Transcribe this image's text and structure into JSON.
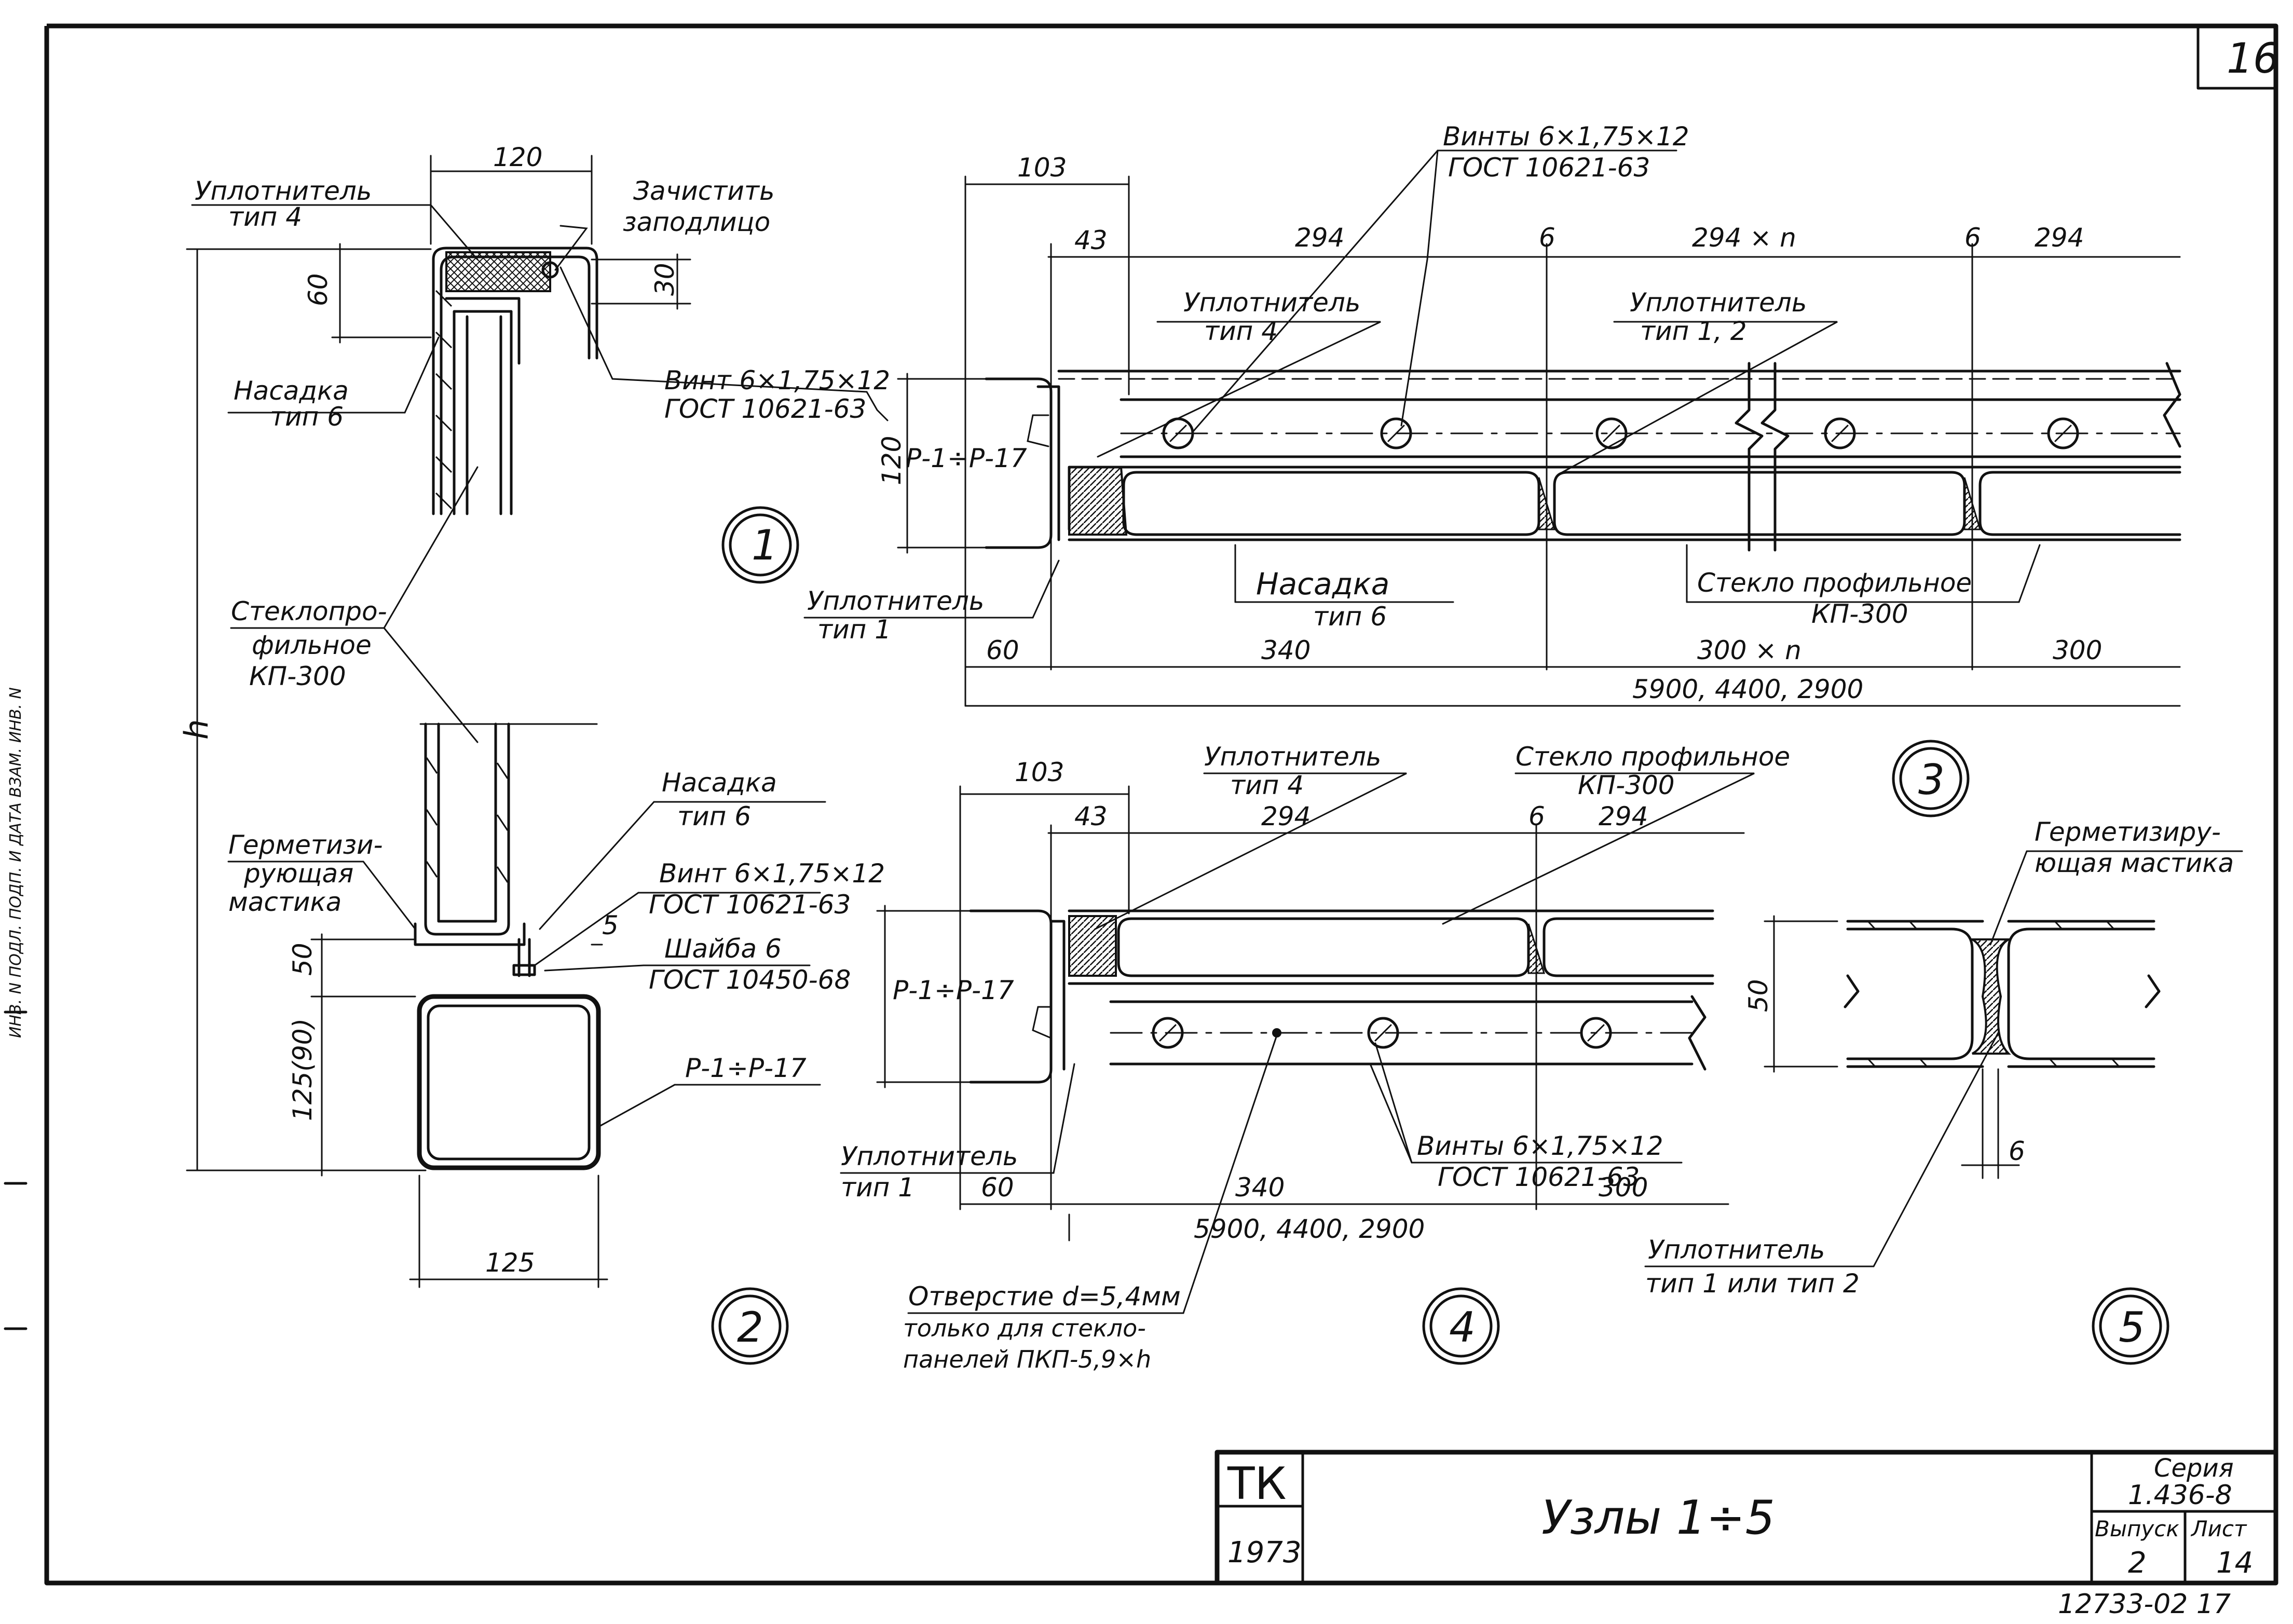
{
  "sheet_number": "16",
  "bottom_code": "12733-02 17",
  "side_stamp": "ИНВ. N ПОДЛ.  ПОДП. И ДАТА  ВЗАМ. ИНВ. N",
  "title_block": {
    "org": "ТК",
    "year": "1973",
    "title": "Узлы 1÷5",
    "series_label": "Серия",
    "series_value": "1.436-8",
    "issue_label": "Выпуск",
    "issue_value": "2",
    "sheet_label": "Лист",
    "sheet_value": "14"
  },
  "node1": {
    "number": "1",
    "labels": {
      "sealant_type4_l1": "Уплотнитель",
      "sealant_type4_l2": "тип 4",
      "clean_l1": "Зачистить",
      "clean_l2": "заподлицо",
      "nozzle_l1": "Насадка",
      "nozzle_l2": "тип 6",
      "screw_l1": "Винт 6×1,75×12",
      "screw_l2": "ГОСТ 10621-63"
    },
    "dims": {
      "width": "120",
      "d60": "60",
      "d30": "30"
    }
  },
  "glass_label": {
    "l1": "Стеклопро-",
    "l2": "фильное",
    "l3": "КП-300"
  },
  "height_label": "h",
  "node2": {
    "number": "2",
    "labels": {
      "mastic_l1": "Герметизи-",
      "mastic_l2": "рующая",
      "mastic_l3": "мастика",
      "nozzle_l1": "Насадка",
      "nozzle_l2": "тип 6",
      "screw_l1": "Винт 6×1,75×12",
      "screw_l2": "ГОСТ 10621-63",
      "washer_l1": "Шайба 6",
      "washer_l2": "ГОСТ 10450-68",
      "profile": "Р-1÷Р-17"
    },
    "dims": {
      "d50": "50",
      "d125_90": "125(90)",
      "d5": "5",
      "width": "125"
    }
  },
  "node3": {
    "number": "3",
    "labels": {
      "screws_l1": "Винты 6×1,75×12",
      "screws_l2": "ГОСТ 10621-63",
      "sealant4_l1": "Уплотнитель",
      "sealant4_l2": "тип 4",
      "sealant12_l1": "Уплотнитель",
      "sealant12_l2": "тип 1, 2",
      "profile": "Р-1÷Р-17",
      "sealant1_l1": "Уплотнитель",
      "sealant1_l2": "тип 1",
      "nozzle_l1": "Насадка",
      "nozzle_l2": "тип 6",
      "glass_l1": "Стекло профильное",
      "glass_l2": "КП-300"
    },
    "dims": {
      "d103": "103",
      "d43": "43",
      "d294a": "294",
      "d6a": "6",
      "d294n": "294 × n",
      "d6b": "6",
      "d294b": "294",
      "d120": "120",
      "d60": "60",
      "d340": "340",
      "d300n": "300 × n",
      "d300": "300",
      "total": "5900, 4400, 2900"
    }
  },
  "node4": {
    "number": "4",
    "labels": {
      "sealant4_l1": "Уплотнитель",
      "sealant4_l2": "тип 4",
      "glass_l1": "Стекло профильное",
      "glass_l2": "КП-300",
      "profile": "Р-1÷Р-17",
      "sealant1_l1": "Уплотнитель",
      "sealant1_l2": "тип 1",
      "screws_l1": "Винты 6×1,75×12",
      "screws_l2": "ГОСТ 10621-63",
      "hole_l1": "Отверстие d=5,4мм",
      "hole_l2": "только для стекло-",
      "hole_l3": "панелей ПКП-5,9×h"
    },
    "dims": {
      "d103": "103",
      "d43": "43",
      "d294a": "294",
      "d6": "6",
      "d294b": "294",
      "d60": "60",
      "d340": "340",
      "d300": "300",
      "total": "5900, 4400, 2900"
    }
  },
  "node5": {
    "number": "5",
    "labels": {
      "mastic_l1": "Герметизиру-",
      "mastic_l2": "ющая мастика",
      "sealant_l1": "Уплотнитель",
      "sealant_l2": "тип 1 или тип 2"
    },
    "dims": {
      "d50": "50",
      "d6": "6"
    }
  }
}
